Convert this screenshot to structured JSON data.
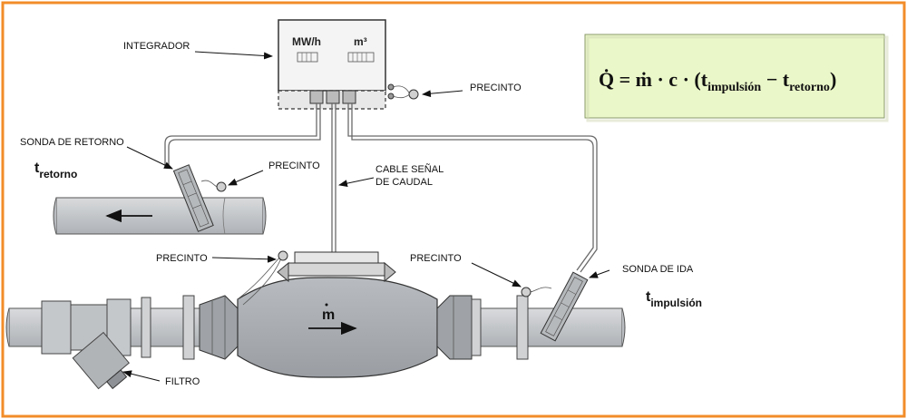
{
  "colors": {
    "frame": "#f28c28",
    "formula_box": "#eaf7c8",
    "pipe": "#c9cccf",
    "pipe_dark": "#9ea2a6",
    "meter_body": "#a9adb2"
  },
  "labels": {
    "integrador": "INTEGRADOR",
    "precinto_top": "PRECINTO",
    "sonda_retorno": "SONDA DE RETORNO",
    "t_retorno_base": "t",
    "t_retorno_sub": "retorno",
    "precinto_retorno": "PRECINTO",
    "cable_line1": "CABLE SEÑAL",
    "cable_line2": "DE CAUDAL",
    "precinto_meter_left": "PRECINTO",
    "precinto_meter_right": "PRECINTO",
    "sonda_ida": "SONDA DE IDA",
    "t_impulsion_base": "t",
    "t_impulsion_sub": "impulsión",
    "m_dot": "m",
    "filtro": "FILTRO"
  },
  "integrator": {
    "unit_left": "MW/h",
    "unit_right": "m³"
  },
  "formula": {
    "lhs": "Q̇ = ṁ · c · (t",
    "sub1": "impulsión",
    "mid": " − t",
    "sub2": "retorno",
    "end": ")"
  },
  "icons": {
    "flow_arrow_return": "arrow-left-icon",
    "flow_arrow_meter": "arrow-right-icon"
  }
}
